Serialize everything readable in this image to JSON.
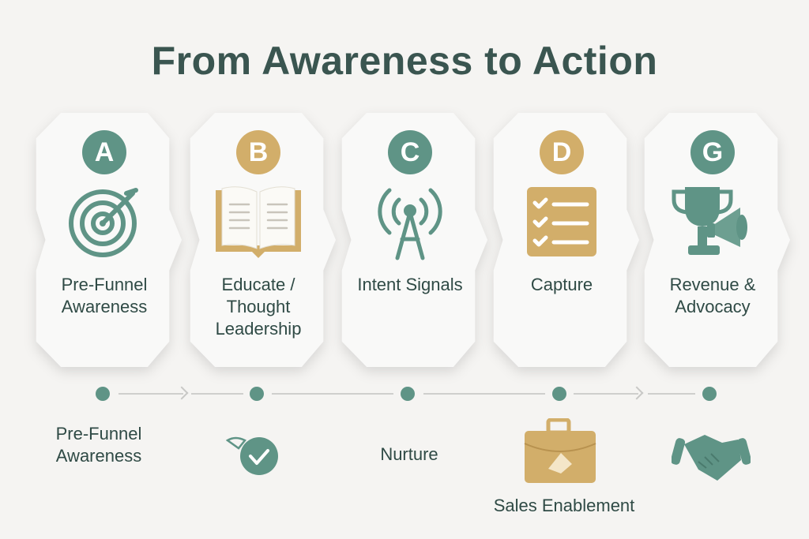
{
  "title": "From Awareness to Action",
  "colors": {
    "green": "#5f9486",
    "gold": "#d2ae6a",
    "text": "#2f4a45"
  },
  "stages": [
    {
      "letter": "A",
      "label": "Pre-Funnel Awareness",
      "icon": "target-icon",
      "color": "green"
    },
    {
      "letter": "B",
      "label": "Educate / Thought Leadership",
      "icon": "open-book-icon",
      "color": "gold"
    },
    {
      "letter": "C",
      "label": "Intent Signals",
      "icon": "signal-tower-icon",
      "color": "green"
    },
    {
      "letter": "D",
      "label": "Capture",
      "icon": "checklist-icon",
      "color": "gold"
    },
    {
      "letter": "G",
      "label": "Revenue & Advocacy",
      "icon": "trophy-megaphone-icon",
      "color": "green"
    }
  ],
  "timeline": {
    "labels": [
      "Pre-Funnel Awareness",
      "Nurture",
      "Sales Enablement"
    ],
    "icons": [
      "checkmark-badge-icon",
      "briefcase-handshake-icon",
      "handshake-icon"
    ]
  }
}
